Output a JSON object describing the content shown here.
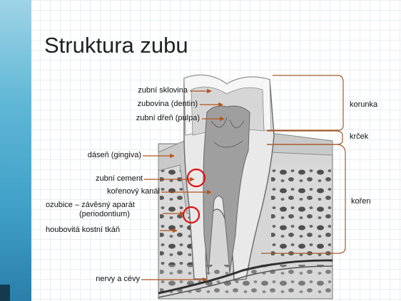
{
  "title": "Struktura zubu",
  "labels": {
    "sklovina": "zubní sklovina",
    "dentin": "zubovina (dentin)",
    "pulpa": "zubní dřeň (pulpa)",
    "gingiva": "dáseň (gingiva)",
    "cement": "zubní cement",
    "kanal": "kořenový kanál",
    "ozubice_1": "ozubice – závěsný aparát",
    "ozubice_2": "(periodontium)",
    "kost": "houbovitá kostní tkáň",
    "nervy": "nervy a cévy",
    "korunka": "korunka",
    "krcek": "krček",
    "koren": "kořen"
  },
  "colors": {
    "arrow": "#b4541c",
    "bracket": "#a55a2a",
    "highlight": "#e01010"
  }
}
